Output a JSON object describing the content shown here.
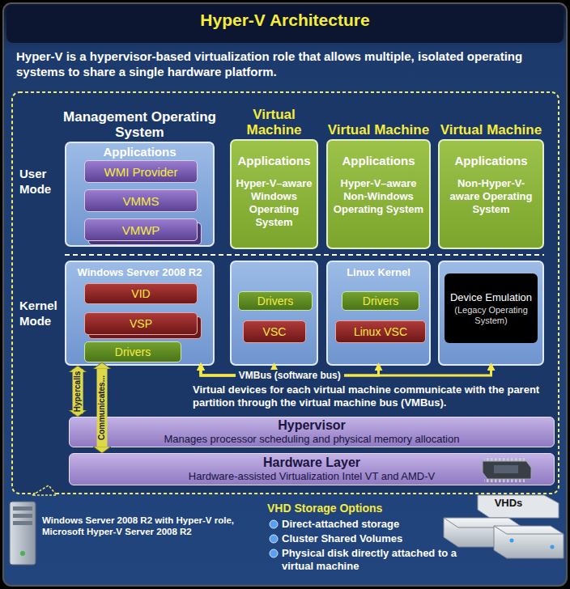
{
  "diagram": {
    "title": "Hyper-V Architecture",
    "nodes": [
      {
        "text": [
          "Management Operating System",
          "Applications"
        ]
      },
      {
        "text": [
          "WMI Provider"
        ],
        "in": 0
      },
      {
        "text": [
          "VMMS"
        ],
        "in": 0
      },
      {
        "text": [
          "VMWP"
        ],
        "in": 0
      },
      {
        "text": [
          "Virtual Machine",
          "Applications",
          "Hyper-V–aware Windows Operating System"
        ]
      },
      {
        "text": [
          "Virtual Machine",
          "Applications",
          "Hyper-V–aware Non-Windows Operating System"
        ]
      },
      {
        "text": [
          "Virtual Machine",
          "Applications",
          "Non-Hyper-V-aware Operating System"
        ]
      },
      {
        "text": [
          "Windows Server 2008 R2"
        ]
      },
      {
        "text": [
          "VID"
        ],
        "in": 7
      },
      {
        "text": [
          "VSP"
        ],
        "in": 7
      },
      {
        "text": [
          "Drivers"
        ],
        "in": 7
      },
      {
        "text": []
      },
      {
        "text": [
          "Drivers"
        ],
        "in": 11
      },
      {
        "text": [
          "VSC"
        ],
        "in": 11
      },
      {
        "text": [
          "Linux Kernel"
        ]
      },
      {
        "text": [
          "Drivers"
        ],
        "in": 14
      },
      {
        "text": [
          "Linux VSC"
        ],
        "in": 14
      },
      {
        "text": [
          "Device Emulation",
          "(Legacy Operating System)"
        ]
      },
      {
        "text": [
          "Hypervisor",
          "Manages processor scheduling and physical memory allocation"
        ]
      },
      {
        "text": [
          "Hardware Layer",
          "Hardware-assisted Virtualization Intel VT and AMD-V"
        ]
      }
    ],
    "edges": [
      {
        "from": 7,
        "to": 11,
        "arrow": "both"
      },
      {
        "from": 7,
        "to": 14,
        "arrow": "both",
        "label": "VMBus (software bus)"
      },
      {
        "from": 7,
        "to": 17,
        "arrow": "both"
      },
      {
        "from": 7,
        "to": 18,
        "arrow": "both",
        "label": "Hypercalls"
      },
      {
        "from": 10,
        "to": 19,
        "arrow": "both",
        "label": "Communicates..."
      }
    ],
    "labels": [
      "Hyper-V is a hypervisor-based virtualization role that allows multiple, isolated operating systems to share a single hardware platform.",
      "User Mode",
      "Kernel Mode",
      "Virtual devices for each virtual machine communicate with the parent partition through the virtual machine bus (VMBus).",
      "Windows Server 2008 R2 with Hyper-V role, Microsoft Hyper-V Server 2008 R2",
      "VHD Storage Options",
      "Direct-attached storage",
      "Cluster Shared Volumes",
      "Physical disk directly attached to a virtual machine",
      "VHDs"
    ]
  }
}
